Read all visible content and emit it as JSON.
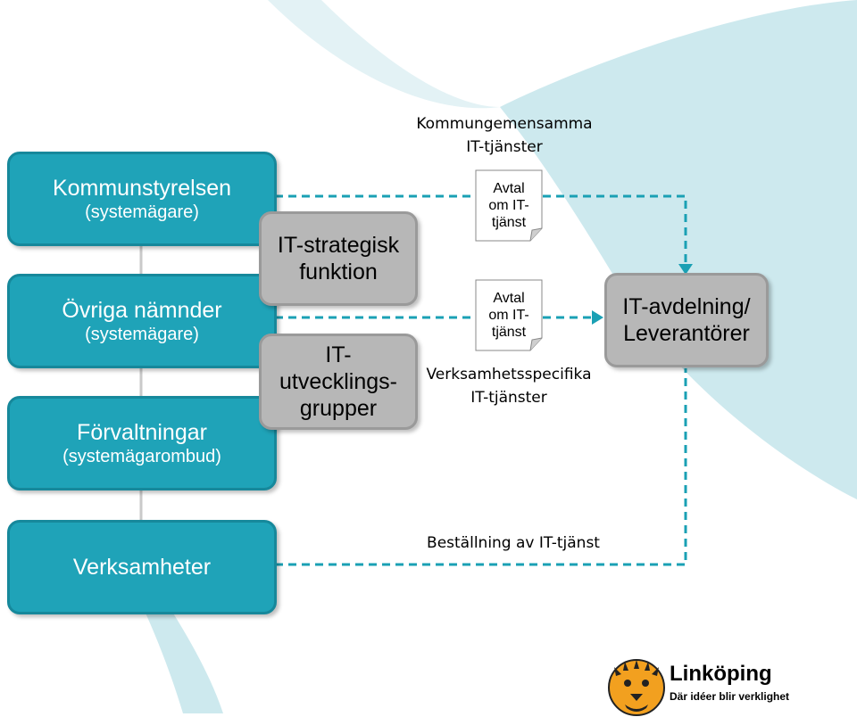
{
  "colors": {
    "teal": "#1fa3b8",
    "teal_border": "#16889b",
    "grey": "#b7b7b7",
    "connector": "#1aa0b4",
    "light_teal_bg": "#cde9ee",
    "logo_orange": "#f2a01f"
  },
  "teal_stack": {
    "kommunstyrelsen": {
      "title": "Kommunstyrelsen",
      "subtitle": "(systemägare)"
    },
    "ovriga": {
      "title": "Övriga nämnder",
      "subtitle": "(systemägare)"
    },
    "forvaltningar": {
      "title": "Förvaltningar",
      "subtitle": "(systemägarombud)"
    }
  },
  "grey_boxes": {
    "strategisk": "IT-strategisk\nfunktion",
    "utvecklings": "IT-\nutvecklings-\ngrupper"
  },
  "verksamheter": "Verksamheter",
  "it_avdelning": "IT-avdelning/\nLeverantörer",
  "labels": {
    "kommungemensamma": "Kommungemensamma\nIT-tjänster",
    "verksamhetsspecifika": "Verksamhetsspecifika\nIT-tjänster",
    "bestallning": "Beställning av IT-tjänst"
  },
  "documents": {
    "top": "Avtal\nom IT-\ntjänst",
    "bottom": "Avtal\nom IT-\ntjänst"
  },
  "logo": {
    "icon": "lion-head-icon",
    "name": "Linköping",
    "tagline": "Där idéer blir verklighet"
  }
}
